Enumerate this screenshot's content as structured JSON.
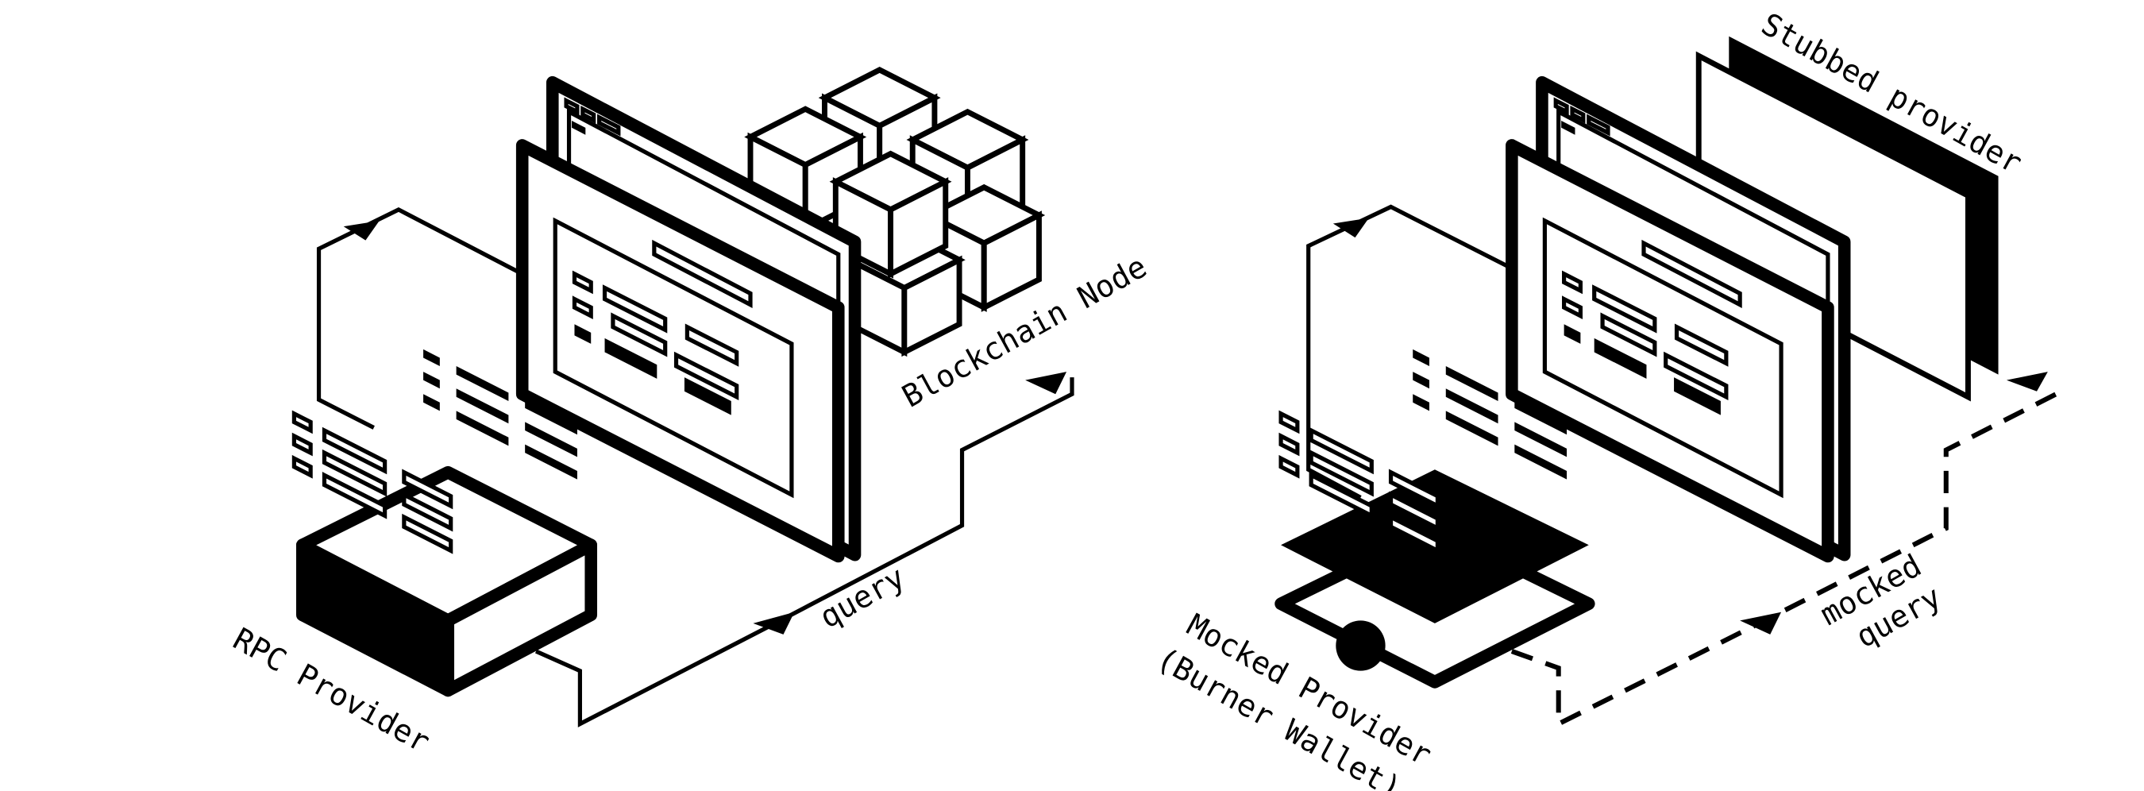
{
  "diagram": {
    "left_panel": {
      "rpc_label": "RPC Provider",
      "node_label": "Blockchain Node",
      "query_label": "query"
    },
    "right_panel": {
      "mocked_provider_label_line1": "Mocked Provider",
      "mocked_provider_label_line2": "(Burner Wallet)",
      "stubbed_label": "Stubbed provider",
      "mocked_query_line1": "mocked",
      "mocked_query_line2": "query"
    },
    "colors": {
      "ink": "#000000",
      "background": "#ffffff"
    },
    "icons": [
      "browser-window-icon",
      "blockchain-cubes-icon",
      "server-box-icon",
      "wallet-icon",
      "stub-panel-icon"
    ]
  }
}
